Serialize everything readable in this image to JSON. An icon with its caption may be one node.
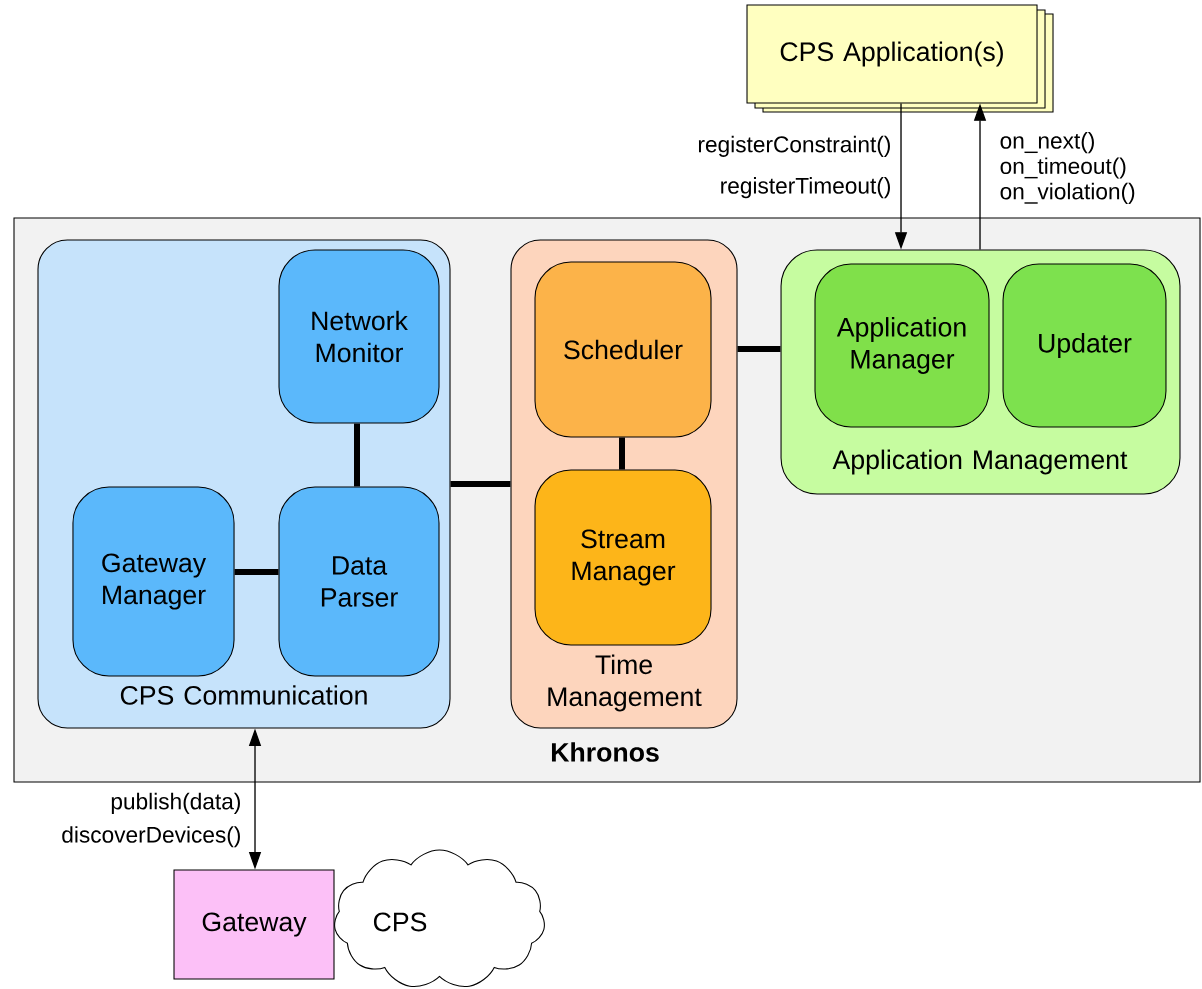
{
  "diagram": {
    "nodes": [
      {
        "text": [
          "CPS Application(s)"
        ]
      },
      {
        "text": [
          "Khronos"
        ]
      },
      {
        "text": [
          "CPS Communication"
        ],
        "in": 1
      },
      {
        "text": [
          "Network Monitor"
        ],
        "in": 2
      },
      {
        "text": [
          "Gateway Manager"
        ],
        "in": 2
      },
      {
        "text": [
          "Data Parser"
        ],
        "in": 2
      },
      {
        "text": [
          "Time Management"
        ],
        "in": 1
      },
      {
        "text": [
          "Scheduler"
        ],
        "in": 6
      },
      {
        "text": [
          "Stream Manager"
        ],
        "in": 6
      },
      {
        "text": [
          "Application Management"
        ],
        "in": 1
      },
      {
        "text": [
          "Application Manager"
        ],
        "in": 9
      },
      {
        "text": [
          "Updater"
        ],
        "in": 9
      },
      {
        "text": [
          "Gateway"
        ]
      },
      {
        "text": [],
        "shape": "cloud"
      }
    ],
    "edges": [
      {
        "from": 0,
        "to": 9,
        "arrow": "to",
        "label": "registerConstraint() registerTimeout()"
      },
      {
        "from": 9,
        "to": 0,
        "arrow": "to",
        "label": "on_next() on_timeout() on_violation()"
      },
      {
        "from": 2,
        "to": 12,
        "arrow": "both",
        "label": "publish(data) discoverDevices()"
      },
      {
        "from": 3,
        "to": 5,
        "arrow": "none"
      },
      {
        "from": 4,
        "to": 5,
        "arrow": "none"
      },
      {
        "from": 2,
        "to": 6,
        "arrow": "none"
      },
      {
        "from": 7,
        "to": 8,
        "arrow": "none"
      },
      {
        "from": 6,
        "to": 9,
        "arrow": "none"
      }
    ],
    "labels": [
      "CPS"
    ]
  }
}
